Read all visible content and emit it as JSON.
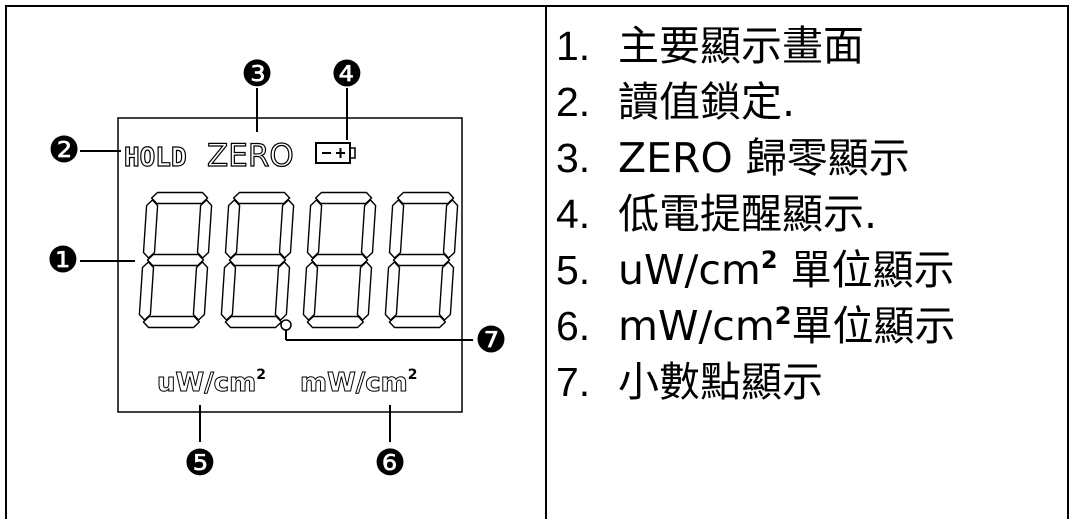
{
  "lcd": {
    "status": {
      "hold": "HOLD",
      "zero": "ZERO"
    },
    "digits": [
      "8",
      "8",
      "8",
      "8"
    ],
    "units": {
      "uw": {
        "base": "uW/cm",
        "exp": "2"
      },
      "mw": {
        "base": "mW/cm",
        "exp": "2"
      }
    }
  },
  "callouts": [
    {
      "num": "1",
      "glyph": "❶"
    },
    {
      "num": "2",
      "glyph": "❷"
    },
    {
      "num": "3",
      "glyph": "❸"
    },
    {
      "num": "4",
      "glyph": "❹"
    },
    {
      "num": "5",
      "glyph": "❺"
    },
    {
      "num": "6",
      "glyph": "❻"
    },
    {
      "num": "7",
      "glyph": "❼"
    }
  ],
  "legend": [
    {
      "num": "1.",
      "text": "主要顯示畫面"
    },
    {
      "num": "2.",
      "text": "讀值鎖定."
    },
    {
      "num": "3.",
      "text": "ZERO 歸零顯示"
    },
    {
      "num": "4.",
      "text": "低電提醒顯示."
    },
    {
      "num": "5.",
      "text": "uW/cm",
      "sup": "2",
      "text2": " 單位顯示"
    },
    {
      "num": "6.",
      "text": "mW/cm",
      "sup": "2",
      "text2": "單位顯示"
    },
    {
      "num": "7.",
      "text": "小數點顯示"
    }
  ]
}
